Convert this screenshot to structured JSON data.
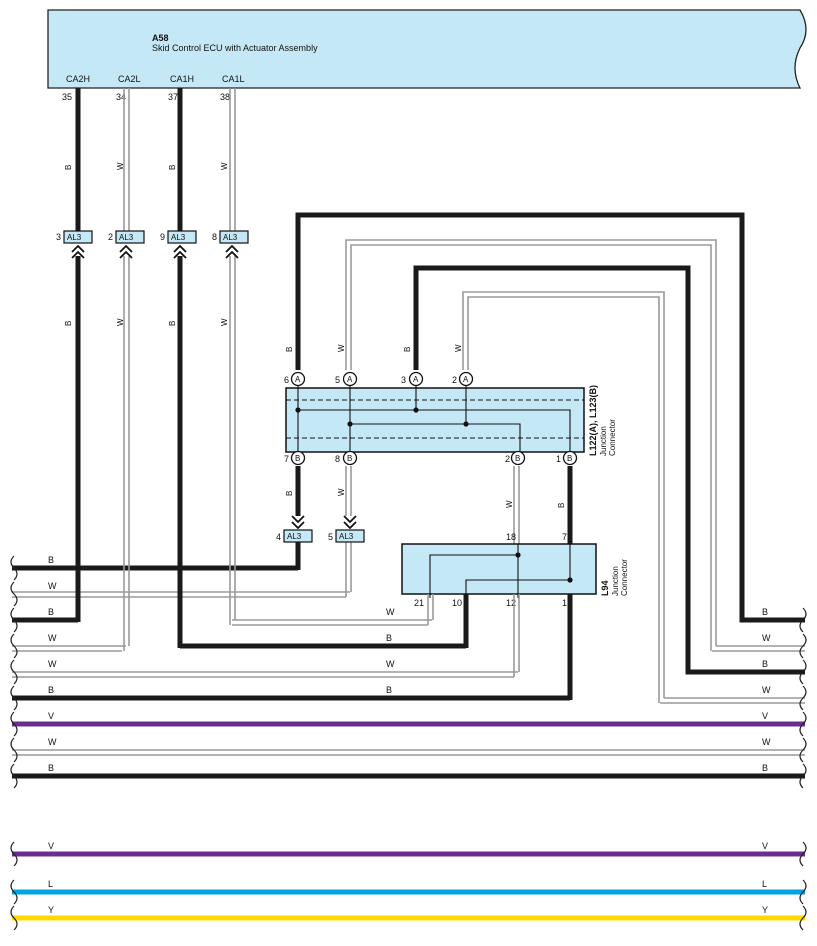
{
  "ecu": {
    "code": "A58",
    "name": "Skid Control ECU with Actuator Assembly",
    "pins": [
      {
        "signal": "CA2H",
        "num": "35"
      },
      {
        "signal": "CA2L",
        "num": "34"
      },
      {
        "signal": "CA1H",
        "num": "37"
      },
      {
        "signal": "CA1L",
        "num": "38"
      }
    ]
  },
  "ecu_wire_colors": [
    "B",
    "W",
    "B",
    "W"
  ],
  "al3_upper": [
    {
      "num": "3",
      "code": "AL3"
    },
    {
      "num": "2",
      "code": "AL3"
    },
    {
      "num": "9",
      "code": "AL3"
    },
    {
      "num": "8",
      "code": "AL3"
    }
  ],
  "al3_lower": [
    {
      "num": "4",
      "code": "AL3"
    },
    {
      "num": "5",
      "code": "AL3"
    }
  ],
  "junction_l122": {
    "code": "L122(A), L123(B)",
    "name_line1": "Junction",
    "name_line2": "Connector",
    "top_pins": [
      {
        "num": "6",
        "letter": "A"
      },
      {
        "num": "5",
        "letter": "A"
      },
      {
        "num": "3",
        "letter": "A"
      },
      {
        "num": "2",
        "letter": "A"
      }
    ],
    "bottom_pins": [
      {
        "num": "7",
        "letter": "B"
      },
      {
        "num": "8",
        "letter": "B"
      },
      {
        "num": "2",
        "letter": "B"
      },
      {
        "num": "1",
        "letter": "B"
      }
    ]
  },
  "junction_l94": {
    "code": "L94",
    "name_line1": "Junction",
    "name_line2": "Connector",
    "top_pins": [
      "18",
      "7"
    ],
    "bottom_pins": [
      "21",
      "10",
      "12",
      "1"
    ]
  },
  "wire_colors": {
    "B": "B",
    "W": "W",
    "V": "V",
    "L": "L",
    "Y": "Y"
  },
  "colors": {
    "connector_fill": "#c5e8f7",
    "black_wire": "#1a1a1a",
    "white_wire": "#9a9a9a",
    "violet": "#6a2c91",
    "blue": "#00a3e0",
    "yellow": "#ffd800"
  },
  "bus_lines": [
    {
      "left": "B",
      "right": null
    },
    {
      "left": "W",
      "right": null
    },
    {
      "left": "B",
      "right": "B"
    },
    {
      "left": "W",
      "right": "W"
    },
    {
      "left": "W",
      "right": "B"
    },
    {
      "left": "B",
      "right": "W"
    },
    {
      "left": "V",
      "right": "V"
    },
    {
      "left": "W",
      "right": "W"
    },
    {
      "left": "B",
      "right": "B"
    }
  ],
  "mid_labels": [
    "W",
    "B",
    "W",
    "B"
  ],
  "bottom_lines": [
    {
      "label": "V"
    },
    {
      "label": "L"
    },
    {
      "label": "Y"
    }
  ]
}
